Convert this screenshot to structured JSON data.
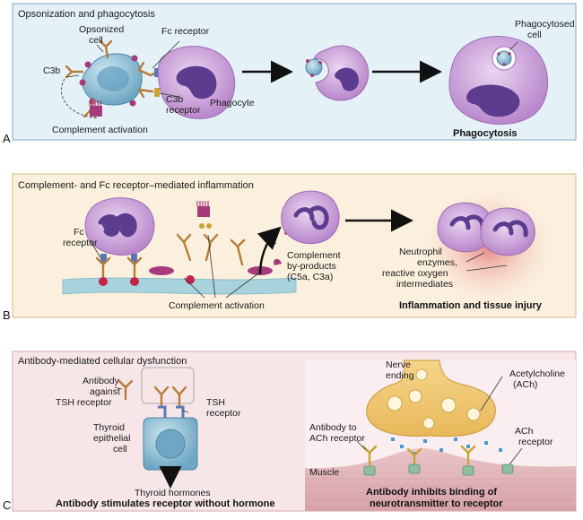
{
  "panels": {
    "a": {
      "letter": "A",
      "title": "Opsonization and phagocytosis",
      "labels": {
        "opsonized_cell": [
          "Opsonized",
          "cell"
        ],
        "fc_receptor": "Fc receptor",
        "c3b": "C3b",
        "c3b_receptor": [
          "C3b",
          "receptor"
        ],
        "phagocyte": "Phagocyte",
        "phagocytosed_cell": [
          "Phagocytosed",
          "cell"
        ],
        "complement_activation": "Complement activation"
      },
      "caption": "Phagocytosis"
    },
    "b": {
      "letter": "B",
      "title": "Complement- and Fc receptor–mediated inflammation",
      "labels": {
        "fc_receptor": [
          "Fc",
          "receptor"
        ],
        "complement_byproducts": [
          "Complement",
          "by-products",
          "(C5a, C3a)"
        ],
        "neutrophil_enzymes": [
          "Neutrophil",
          "enzymes,",
          "reactive oxygen",
          "intermediates"
        ],
        "complement_activation": "Complement activation"
      },
      "caption": "Inflammation and tissue injury"
    },
    "c": {
      "letter": "C",
      "title": "Antibody-mediated cellular dysfunction",
      "labels": {
        "antibody_tsh": [
          "Antibody",
          "against",
          "TSH receptor"
        ],
        "tsh_receptor": [
          "TSH",
          "receptor"
        ],
        "thyroid_cell": [
          "Thyroid",
          "epithelial",
          "cell"
        ],
        "thyroid_hormones": "Thyroid hormones",
        "nerve_ending": [
          "Nerve",
          "ending"
        ],
        "acetylcholine": [
          "Acetylcholine",
          "(ACh)"
        ],
        "antibody_ach": [
          "Antibody to",
          "ACh receptor"
        ],
        "ach_receptor": [
          "ACh",
          "receptor"
        ],
        "muscle": "Muscle"
      },
      "caption_left": "Antibody stimulates receptor without hormone",
      "caption_right": [
        "Antibody inhibits binding of",
        "neurotransmitter to receptor"
      ]
    }
  },
  "colors": {
    "panel_a_bg": "#e4f1f6",
    "panel_b_bg": "#fbf0de",
    "panel_c_bg": "#f7e6e8",
    "phagocyte": "#c9a0d6",
    "nucleus": "#5b3c8f",
    "antibody": "#b87c3a",
    "complement": "#a63a7a"
  }
}
